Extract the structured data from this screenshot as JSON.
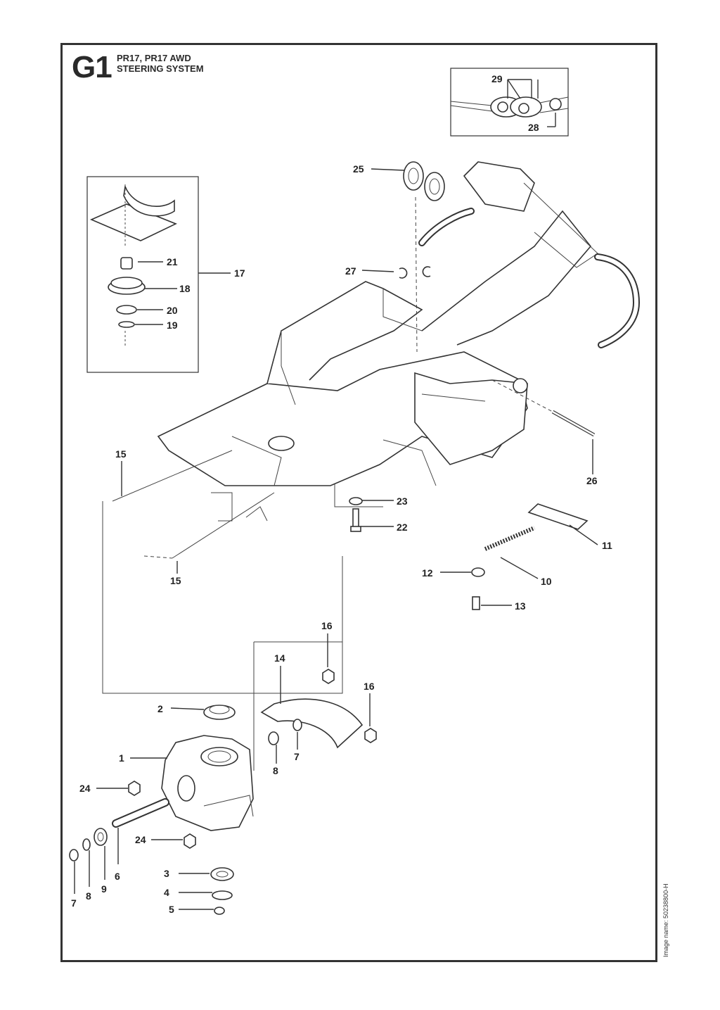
{
  "header": {
    "section_code": "G1",
    "model_line": "PR17, PR17 AWD",
    "section_title": "STEERING SYSTEM"
  },
  "image_name": "Image name: 50238800-H",
  "callouts": [
    "29",
    "28",
    "25",
    "27",
    "21",
    "17",
    "18",
    "20",
    "19",
    "15",
    "26",
    "23",
    "22",
    "11",
    "12",
    "10",
    "13",
    "15",
    "16",
    "14",
    "16",
    "2",
    "1",
    "8",
    "7",
    "24",
    "24",
    "6",
    "9",
    "8",
    "7",
    "3",
    "4",
    "5"
  ]
}
